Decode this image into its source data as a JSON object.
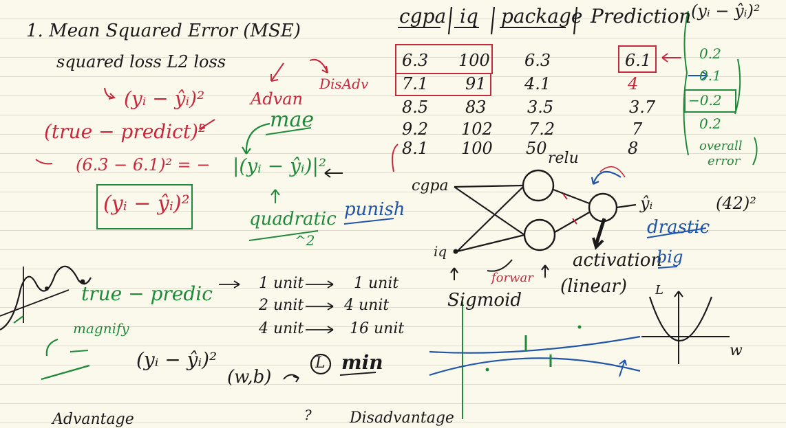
{
  "title": "1.  Mean Squared Error (MSE)",
  "aliases": "squared loss   L2 loss",
  "formula": "(yᵢ − ŷᵢ)²",
  "true_predict": "(true − predict)²",
  "example_calc": "(6.3 − 6.1)² = −",
  "boxed_formula": "(yᵢ − ŷᵢ)²",
  "advan": "Advan",
  "disadv": "DisAdv",
  "mae": "mae",
  "abs_formula": "|(yᵢ − ŷᵢ)|²",
  "quadratic": "quadratic",
  "quad_power": "^2",
  "punish": "punish",
  "table": {
    "headers": [
      "cgpa",
      "iq",
      "package",
      "Prediction"
    ],
    "rows": [
      [
        "6.3",
        "100",
        "6.3",
        "6.1"
      ],
      [
        "7.1",
        "91",
        "4.1",
        "4"
      ],
      [
        "8.5",
        "83",
        "3.5",
        "3.7"
      ],
      [
        "9.2",
        "102",
        "7.2",
        "7"
      ],
      [
        "8.1",
        "100",
        "50",
        "8"
      ]
    ]
  },
  "err_header": "(yᵢ − ŷᵢ)²",
  "errors": [
    "0.2",
    "0.1",
    "−0.2",
    "0.2"
  ],
  "overall": [
    "overall",
    "error"
  ],
  "nn": {
    "cgpa": "cgpa",
    "iq": "iq",
    "relu": "relu",
    "yhat": "ŷᵢ",
    "forward": "forwar",
    "sigmoid": "Sigmoid",
    "activation": "activation",
    "linear": "(linear)"
  },
  "sq42": "(42)²",
  "drastic": "drastic",
  "big": "big",
  "magnify_label": "true − predic",
  "magnify": "magnify",
  "units": [
    [
      "1 unit",
      "1 unit"
    ],
    [
      "2 unit",
      "4 unit"
    ],
    [
      "4 unit",
      "16 unit"
    ]
  ],
  "bottom_formula": "(yᵢ − ŷᵢ)²",
  "wb": "(w,b)",
  "loss_circle": "L",
  "min": "min",
  "loss_axis_l": "L",
  "loss_axis_w": "w",
  "advantage": "Advantage",
  "q_mark": "?",
  "disadvantage": "Disadvantage"
}
